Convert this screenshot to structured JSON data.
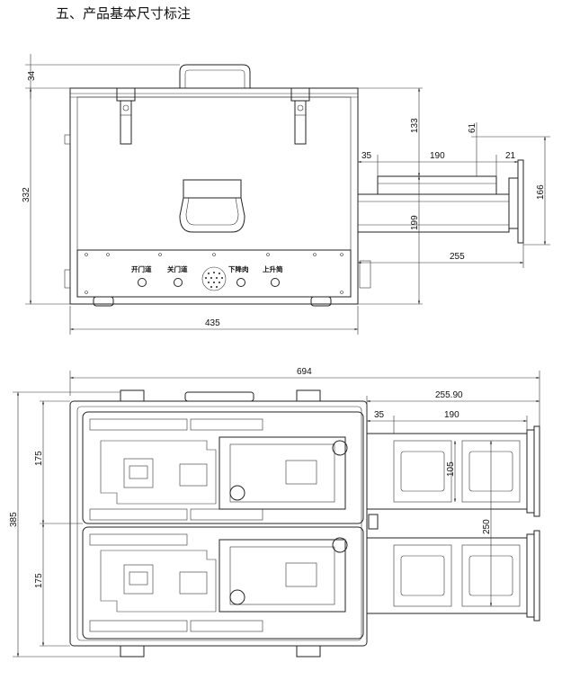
{
  "heading": "五、产品基本尺寸标注",
  "front_view": {
    "dims": {
      "handle_height": "34",
      "body_height": "332",
      "drawer_top_offset": "133",
      "drawer_offset_small": "61",
      "drawer_depth": "35",
      "drawer_inner": "190",
      "drawer_end": "21",
      "drawer_face_height": "166",
      "drawer_bottom_offset": "199",
      "extension": "255",
      "body_width": "435"
    },
    "buttons": [
      "开门道",
      "关门道",
      "下降肉",
      "上升简"
    ]
  },
  "top_view": {
    "dims": {
      "total_length": "694",
      "extension": "255.90",
      "drawer_offset": "35",
      "drawer_inner": "190",
      "tray_height": "105",
      "drawer_span": "250",
      "overall_depth": "385",
      "half_upper": "175",
      "half_lower": "175"
    }
  }
}
